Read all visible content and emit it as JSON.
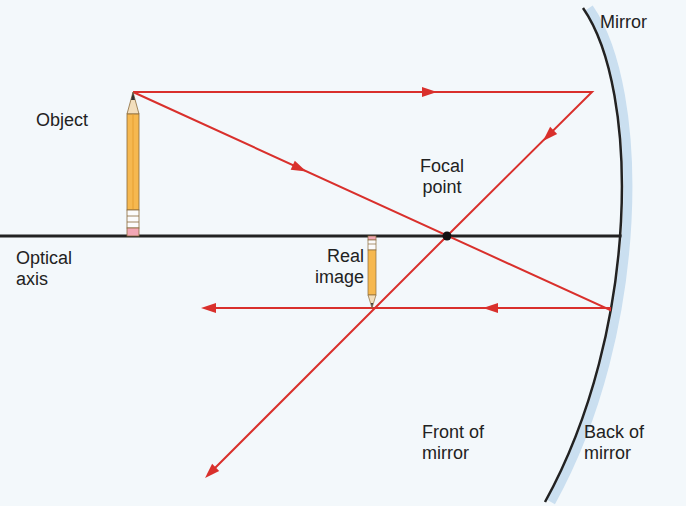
{
  "diagram": {
    "labels": [
      "Mirror",
      "Object",
      "Focal point",
      "Optical axis",
      "Real image",
      "Front of mirror",
      "Back of mirror"
    ]
  }
}
